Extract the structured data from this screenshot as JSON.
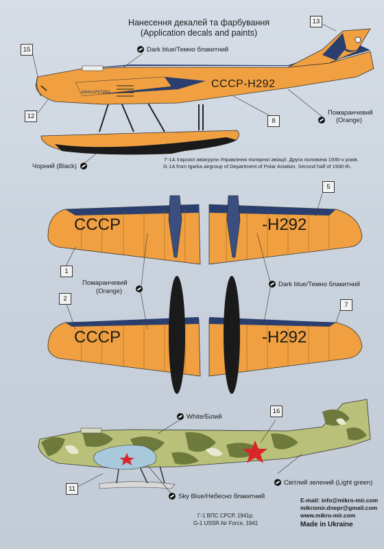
{
  "header": {
    "title_ua": "Нанесення декалей та фарбування",
    "title_en": "(Application decals and paints)"
  },
  "top_aircraft": {
    "registration": "СССР-Н292",
    "fuselage_text": "АВИААРКТИКА",
    "callouts": {
      "dark_blue": "Dark blue/Темно блакитний",
      "orange_ua": "Помаранчевий",
      "orange_en": "(Orange)",
      "black": "Чорний (Black)"
    },
    "caption_ua": "Г-1А Ігарскої авіагрупи Управління полярної авіації. Друга половина 1930-х років.",
    "caption_en": "G-1A from Igarka airgroup of Department of Polar Aviation. Second half of 1930-th."
  },
  "wings": {
    "left_text": "СССР",
    "right_text": "-Н292",
    "orange_ua": "Помаранчевий",
    "orange_en": "(Orange)",
    "dark_blue": "Dark blue/Темно блакитний"
  },
  "decal_numbers": [
    "13",
    "15",
    "12",
    "8",
    "5",
    "1",
    "2",
    "7",
    "16",
    "11"
  ],
  "bottom_aircraft": {
    "white": "White/Білий",
    "light_green": "Світлий зелений (Light green)",
    "sky_blue": "Sky Blue/Небесно блакитний",
    "caption_ua": "Г-1 ВПС СРСР, 1941р.",
    "caption_en": "G-1 USSR Air Force, 1941"
  },
  "contact": {
    "email_1": "E-mail: info@mikro-mir.com",
    "email_2": "mikromir.dnepr@gmail.com",
    "website": "www.mikro-mir.com",
    "made_in": "Made in Ukraine"
  },
  "colors": {
    "orange": "#f0a040",
    "dark_blue": "#2a3f6e",
    "black": "#1a1a1a",
    "light_green": "#b8c07a",
    "olive": "#6e7a3c",
    "sky_blue": "#a8c8dc",
    "red_star": "#d8262a"
  }
}
